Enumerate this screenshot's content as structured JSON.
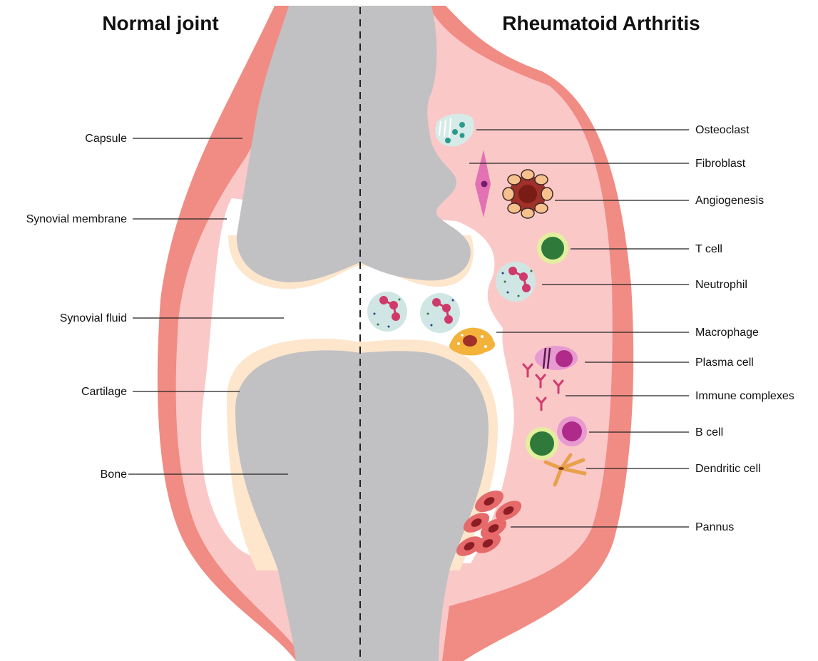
{
  "titles": {
    "normal": "Normal joint",
    "ra": "Rheumatoid Arthritis"
  },
  "left_labels": {
    "capsule": "Capsule",
    "synovial_membrane": "Synovial membrane",
    "synovial_fluid": "Synovial fluid",
    "cartilage": "Cartilage",
    "bone": "Bone"
  },
  "right_labels": {
    "osteoclast": "Osteoclast",
    "fibroblast": "Fibroblast",
    "angiogenesis": "Angiogenesis",
    "t_cell": "T cell",
    "neutrophil": "Neutrophil",
    "macrophage": "Macrophage",
    "plasma_cell": "Plasma cell",
    "immune_complexes": "Immune complexes",
    "b_cell": "B cell",
    "dendritic_cell": "Dendritic cell",
    "pannus": "Pannus"
  },
  "colors": {
    "capsule": "#f08c84",
    "synovium": "#fbc8c8",
    "bone": "#c1c1c3",
    "cartilage": "#fde6cc",
    "fluid": "#ffffff",
    "neutrophil": "#cfe6e4",
    "t_cell_nucleus": "#2f7a3a",
    "t_cell_body": "#e3ef9f",
    "macrophage": "#f3b23a",
    "plasma_cell": "#c0409a",
    "antibody": "#d23c6c",
    "dendritic": "#e8a04a",
    "pannus": "#e66a6a",
    "fibroblast": "#e272b3",
    "vessel": "#a0302a"
  }
}
